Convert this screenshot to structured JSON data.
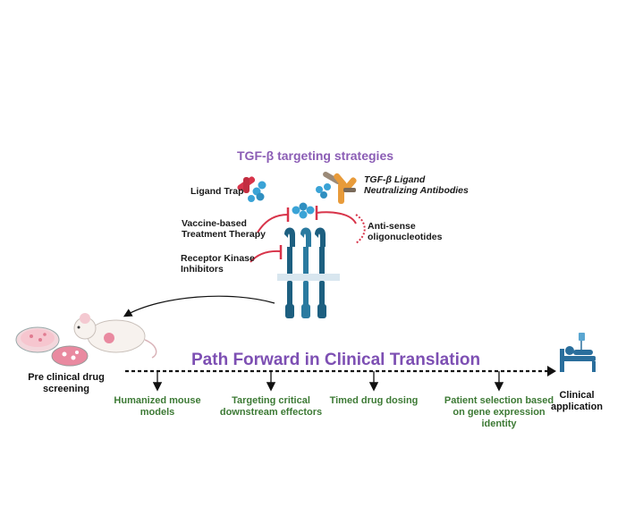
{
  "diagram": {
    "title": "TGF-β targeting strategies",
    "strategies": {
      "ligand_trap": "Ligand Trap",
      "antibody_line1": "TGF-β Ligand",
      "antibody_line2": "Neutralizing Antibodies",
      "vaccine_line1": "Vaccine-based",
      "vaccine_line2": "Treatment Therapy",
      "antisense_line1": "Anti-sense",
      "antisense_line2": "oligonucleotides",
      "rki_line1": "Receptor Kinase",
      "rki_line2": "Inhibitors"
    },
    "path_title": "Path Forward in Clinical Translation",
    "start_line1": "Pre clinical drug",
    "start_line2": "screening",
    "end_line1": "Clinical",
    "end_line2": "application",
    "steps": [
      {
        "line1": "Humanized mouse",
        "line2": "models",
        "line3": ""
      },
      {
        "line1": "Targeting critical",
        "line2": "downstream effectors",
        "line3": ""
      },
      {
        "line1": "Timed drug dosing",
        "line2": "",
        "line3": ""
      },
      {
        "line1": "Patient selection based",
        "line2": "on gene expression",
        "line3": "identity"
      }
    ],
    "colors": {
      "purple": "#7d4fb3",
      "green": "#3d7a35",
      "receptor": "#1d5f80",
      "ligand": "#3aa3d6",
      "inhibitor": "#d8344a"
    }
  }
}
